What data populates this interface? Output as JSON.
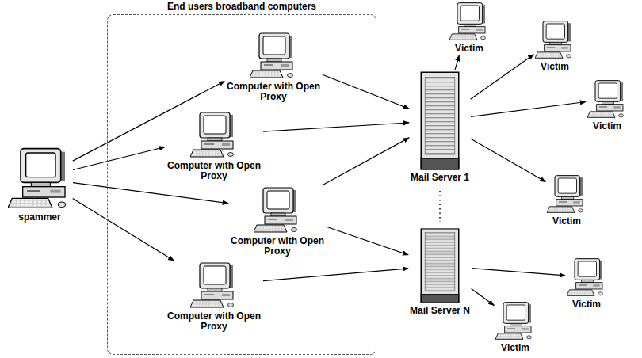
{
  "diagram": {
    "nodes": [
      {
        "text": [
          "spammer"
        ]
      },
      {
        "text": [
          "End users broadband computers"
        ]
      },
      {
        "text": [
          "Computer with Open Proxy"
        ],
        "in": 1
      },
      {
        "text": [
          "Computer with Open Proxy"
        ],
        "in": 1
      },
      {
        "text": [
          "Computer with Open Proxy"
        ],
        "in": 1
      },
      {
        "text": [
          "Computer with Open Proxy"
        ],
        "in": 1
      },
      {
        "text": [
          "Mail Server 1"
        ]
      },
      {
        "text": [
          "Mail Server N"
        ]
      },
      {
        "text": [
          "Victim"
        ]
      },
      {
        "text": [
          "Victim"
        ]
      },
      {
        "text": [
          "Victim"
        ]
      },
      {
        "text": [
          "Victim"
        ]
      },
      {
        "text": [
          "Victim"
        ]
      },
      {
        "text": [
          "Victim"
        ]
      }
    ],
    "edges": [
      {
        "from": 0,
        "to": 2,
        "arrow": "to"
      },
      {
        "from": 0,
        "to": 3,
        "arrow": "to"
      },
      {
        "from": 0,
        "to": 4,
        "arrow": "to"
      },
      {
        "from": 0,
        "to": 5,
        "arrow": "to"
      },
      {
        "from": 2,
        "to": 6,
        "arrow": "to"
      },
      {
        "from": 3,
        "to": 6,
        "arrow": "to"
      },
      {
        "from": 4,
        "to": 6,
        "arrow": "to"
      },
      {
        "from": 4,
        "to": 7,
        "arrow": "to"
      },
      {
        "from": 5,
        "to": 7,
        "arrow": "to"
      },
      {
        "from": 6,
        "to": 8,
        "arrow": "to"
      },
      {
        "from": 6,
        "to": 9,
        "arrow": "to"
      },
      {
        "from": 6,
        "to": 10,
        "arrow": "to"
      },
      {
        "from": 6,
        "to": 11,
        "arrow": "to"
      },
      {
        "from": 7,
        "to": 12,
        "arrow": "to"
      },
      {
        "from": 7,
        "to": 13,
        "arrow": "to"
      }
    ]
  }
}
